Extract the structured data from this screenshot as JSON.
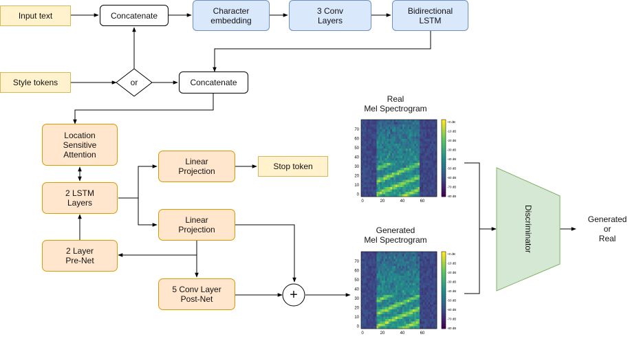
{
  "nodes": {
    "input_text": "Input text",
    "concat_top": "Concatenate",
    "char_embedding": "Character\nembedding",
    "conv3": "3 Conv\nLayers",
    "bilstm": "Bidirectional\nLSTM",
    "style_tokens": "Style tokens",
    "or": "or",
    "concat_mid": "Concatenate",
    "attention": "Location\nSensitive\nAttention",
    "lstm2": "2 LSTM\nLayers",
    "prenet": "2 Layer\nPre-Net",
    "linproj_top": "Linear\nProjection",
    "stop_token": "Stop token",
    "linproj_bottom": "Linear\nProjection",
    "postnet": "5 Conv Layer\nPost-Net",
    "plus": "+",
    "discriminator": "Discriminator",
    "output": "Generated\nor\nReal"
  },
  "spectrograms": {
    "real_title": "Real\nMel Spectrogram",
    "generated_title": "Generated\nMel Spectrogram",
    "y_ticks": [
      "70",
      "60",
      "50",
      "40",
      "30",
      "20",
      "10",
      "0"
    ],
    "x_ticks": [
      "0",
      "20",
      "40",
      "60"
    ],
    "colorbar_ticks": [
      "+0 dB",
      "-10 dB",
      "-20 dB",
      "-30 dB",
      "-40 dB",
      "-50 dB",
      "-60 dB",
      "-70 dB",
      "-80 dB"
    ]
  },
  "colors": {
    "yellow_fill": "#fff2cc",
    "blue_fill": "#dae8fc",
    "orange_fill": "#ffe6cc",
    "discriminator_fill": "#d5e8d4"
  }
}
